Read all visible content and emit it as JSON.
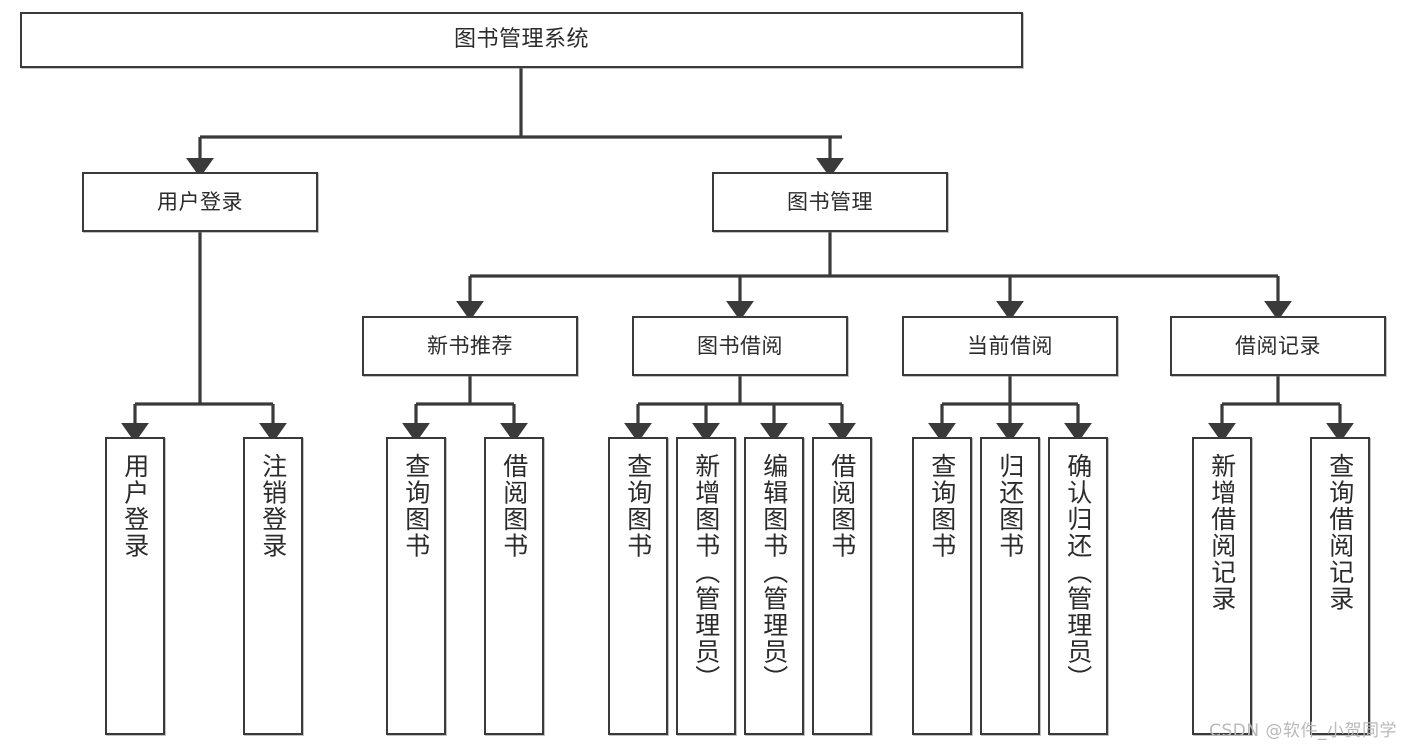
{
  "diagram": {
    "title": "图书管理系统",
    "type": "tree-hierarchy-chart",
    "colors": {
      "box_border": "#3a3a3a",
      "box_fill": "#ffffff",
      "edge": "#3a3a3a",
      "text": "#2b2b2b",
      "watermark": "#b9b9b9"
    },
    "root": {
      "id": "root",
      "label": "图书管理系统"
    },
    "level2": [
      {
        "id": "user-login",
        "label": "用户登录"
      },
      {
        "id": "book-management",
        "label": "图书管理"
      }
    ],
    "level3": [
      {
        "id": "new-book-recommend",
        "label": "新书推荐"
      },
      {
        "id": "book-borrow",
        "label": "图书借阅"
      },
      {
        "id": "current-borrow",
        "label": "当前借阅"
      },
      {
        "id": "borrow-record",
        "label": "借阅记录"
      }
    ],
    "leaves": [
      {
        "id": "leaf-user-login",
        "label": "用户登录",
        "parent": "user-login"
      },
      {
        "id": "leaf-logout-login",
        "label": "注销登录",
        "parent": "user-login"
      },
      {
        "id": "leaf-query-book-1",
        "label": "查询图书",
        "parent": "new-book-recommend"
      },
      {
        "id": "leaf-borrow-book-1",
        "label": "借阅图书",
        "parent": "new-book-recommend"
      },
      {
        "id": "leaf-query-book-2",
        "label": "查询图书",
        "parent": "book-borrow"
      },
      {
        "id": "leaf-add-book-admin",
        "label": "新增图书（管理员）",
        "parent": "book-borrow"
      },
      {
        "id": "leaf-edit-book-admin",
        "label": "编辑图书（管理员）",
        "parent": "book-borrow"
      },
      {
        "id": "leaf-borrow-book-2",
        "label": "借阅图书",
        "parent": "book-borrow"
      },
      {
        "id": "leaf-query-book-3",
        "label": "查询图书",
        "parent": "current-borrow"
      },
      {
        "id": "leaf-return-book",
        "label": "归还图书",
        "parent": "current-borrow"
      },
      {
        "id": "leaf-confirm-return-admin",
        "label": "确认归还（管理员）",
        "parent": "current-borrow"
      },
      {
        "id": "leaf-add-borrow-record",
        "label": "新增借阅记录",
        "parent": "borrow-record"
      },
      {
        "id": "leaf-query-borrow-record",
        "label": "查询借阅记录",
        "parent": "borrow-record"
      }
    ]
  },
  "watermark": {
    "text": "CSDN @软件_小贺同学"
  }
}
